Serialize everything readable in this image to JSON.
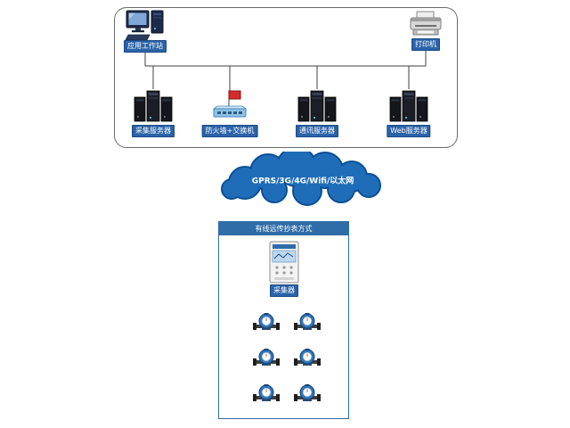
{
  "top_box": {
    "workstation_label": "应用工作站",
    "printer_label": "打印机",
    "collection_server_label": "采集服务器",
    "firewall_switch_label": "防火墙+交换机",
    "comm_server_label": "通讯服务器",
    "web_server_label": "Web服务器"
  },
  "cloud": {
    "label": "GPRS/3G/4G/Wifi/以太网"
  },
  "panel": {
    "title": "有线远传抄表方式",
    "collector_label": "采集器"
  },
  "colors": {
    "badge_blue": "#2b63a8",
    "badge_border": "#1c4a85",
    "cloud_fill": "#1f6db8",
    "cloud_stroke": "#0c4e93",
    "panel_blue": "#2e6da8",
    "line": "#404040"
  }
}
